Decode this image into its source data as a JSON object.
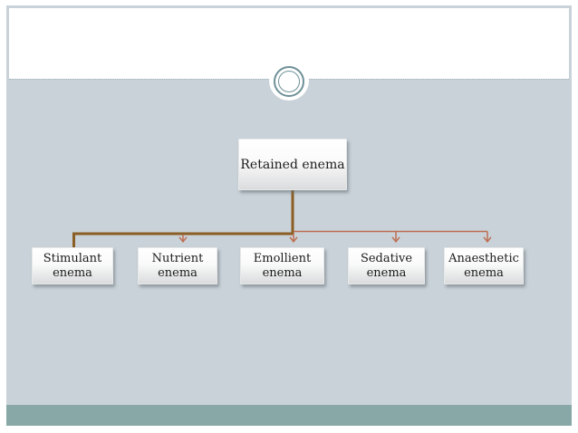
{
  "diagram": {
    "root": {
      "label": "Retained enema"
    },
    "children": [
      {
        "line1": "Stimulant",
        "line2": "enema"
      },
      {
        "line1": "Nutrient",
        "line2": "enema"
      },
      {
        "line1": "Emollient",
        "line2": "enema"
      },
      {
        "line1": "Sedative",
        "line2": "enema"
      },
      {
        "line1": "Anaesthetic",
        "line2": "enema"
      }
    ]
  },
  "colors": {
    "body_background": "#c8d2d8",
    "header_background": "#ffffff",
    "footer_band": "#87a8a7",
    "ornament_ring": "#6e9098",
    "dotted_divider": "#a2b5bb",
    "connector_primary": "#8b5e25",
    "connector_secondary": "#bf6e52",
    "node_text": "#1c1c1c"
  }
}
